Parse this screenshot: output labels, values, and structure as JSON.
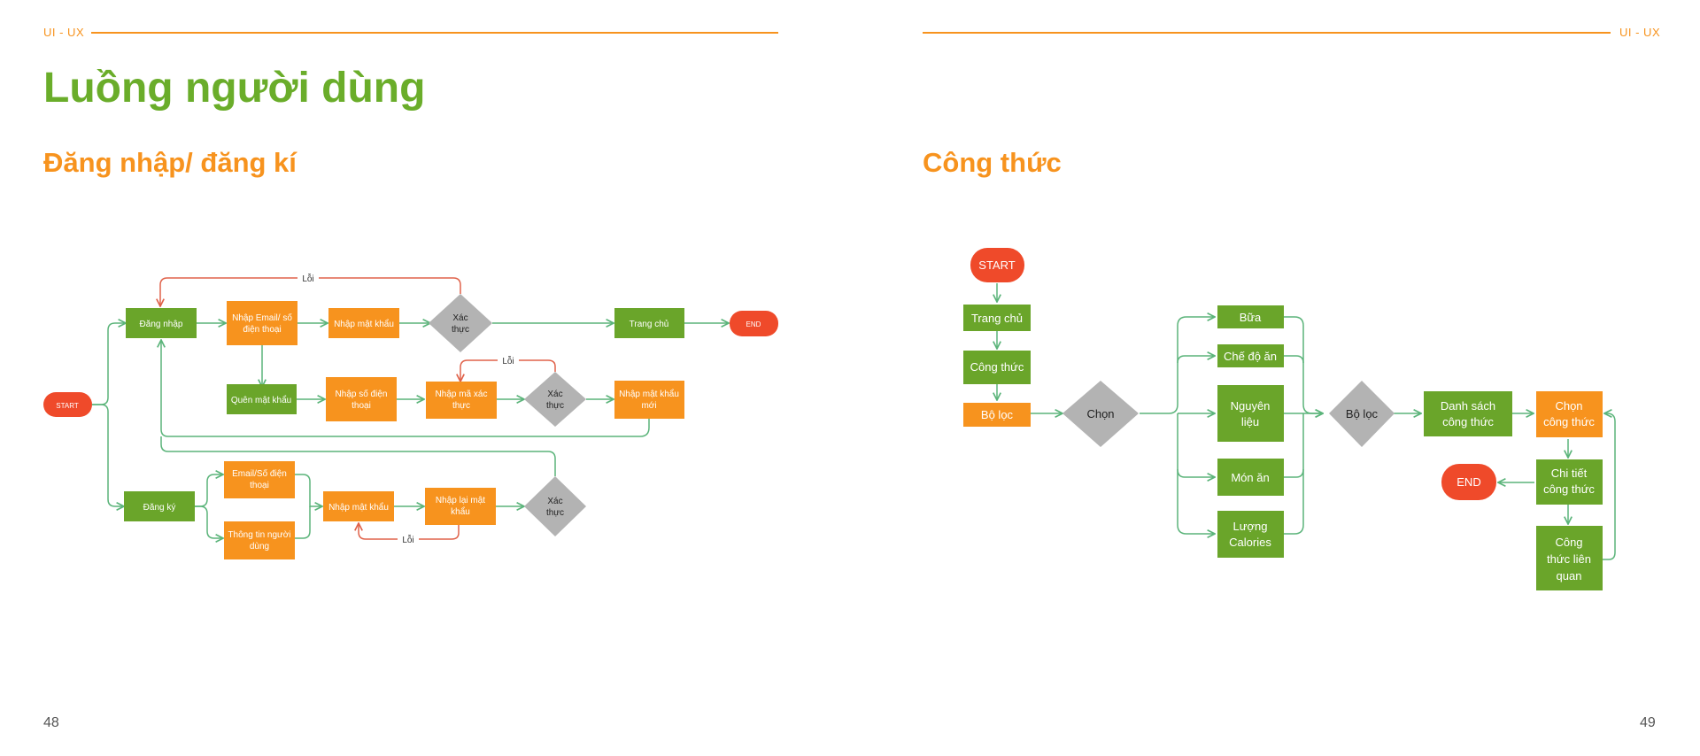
{
  "left_page": {
    "header": "UI - UX",
    "title": "Luồng người dùng",
    "section": "Đăng nhập/ đăng kí",
    "page_number": "48"
  },
  "right_page": {
    "header": "UI - UX",
    "section": "Công thức",
    "page_number": "49"
  },
  "colors": {
    "accent_orange": "#f7931e",
    "accent_green": "#6aad2a",
    "node_green": "#6aa52a",
    "node_orange": "#f7931e",
    "terminal_red": "#ef4a2a",
    "decision_gray": "#b3b3b3",
    "arrow_green": "#5bb47a",
    "arrow_red": "#e0624a"
  },
  "login_flow": {
    "start": "START",
    "end": "END",
    "dang_nhap": "Đăng nhập",
    "nhap_email": "Nhập Email/ số điện thoại",
    "nhap_mk": "Nhập mật khẩu",
    "xac_thuc_1": "Xác thực",
    "trang_chu": "Trang chủ",
    "quen_mk": "Quên mật khẩu",
    "nhap_sdt": "Nhập số điện thoại",
    "nhap_ma": "Nhập mã xác thực",
    "xac_thuc_2": "Xác thực",
    "nhap_mk_moi": "Nhập mật khẩu mới",
    "dang_ky": "Đăng ký",
    "email_sdt": "Email/Số điện thoại",
    "thong_tin": "Thông tin người dùng",
    "nhap_mk_2": "Nhập mật khẩu",
    "nhap_lai_mk": "Nhập lại mật khẩu",
    "xac_thuc_3": "Xác thực",
    "loi_1": "Lỗi",
    "loi_2": "Lỗi",
    "loi_3": "Lỗi"
  },
  "recipe_flow": {
    "start": "START",
    "trang_chu": "Trang chủ",
    "cong_thuc": "Công thức",
    "bo_loc": "Bộ lọc",
    "chon": "Chọn",
    "bua": "Bữa",
    "che_do_an": "Chế độ ăn",
    "nguyen_lieu": "Nguyên liệu",
    "mon_an": "Món ăn",
    "luong_calories": "Lượng Calories",
    "bo_loc_2": "Bộ lọc",
    "danh_sach": "Danh sách công thức",
    "chon_cong_thuc": "Chọn công thức",
    "chi_tiet": "Chi tiết công thức",
    "lien_quan": "Công thức liên quan",
    "end": "END"
  }
}
